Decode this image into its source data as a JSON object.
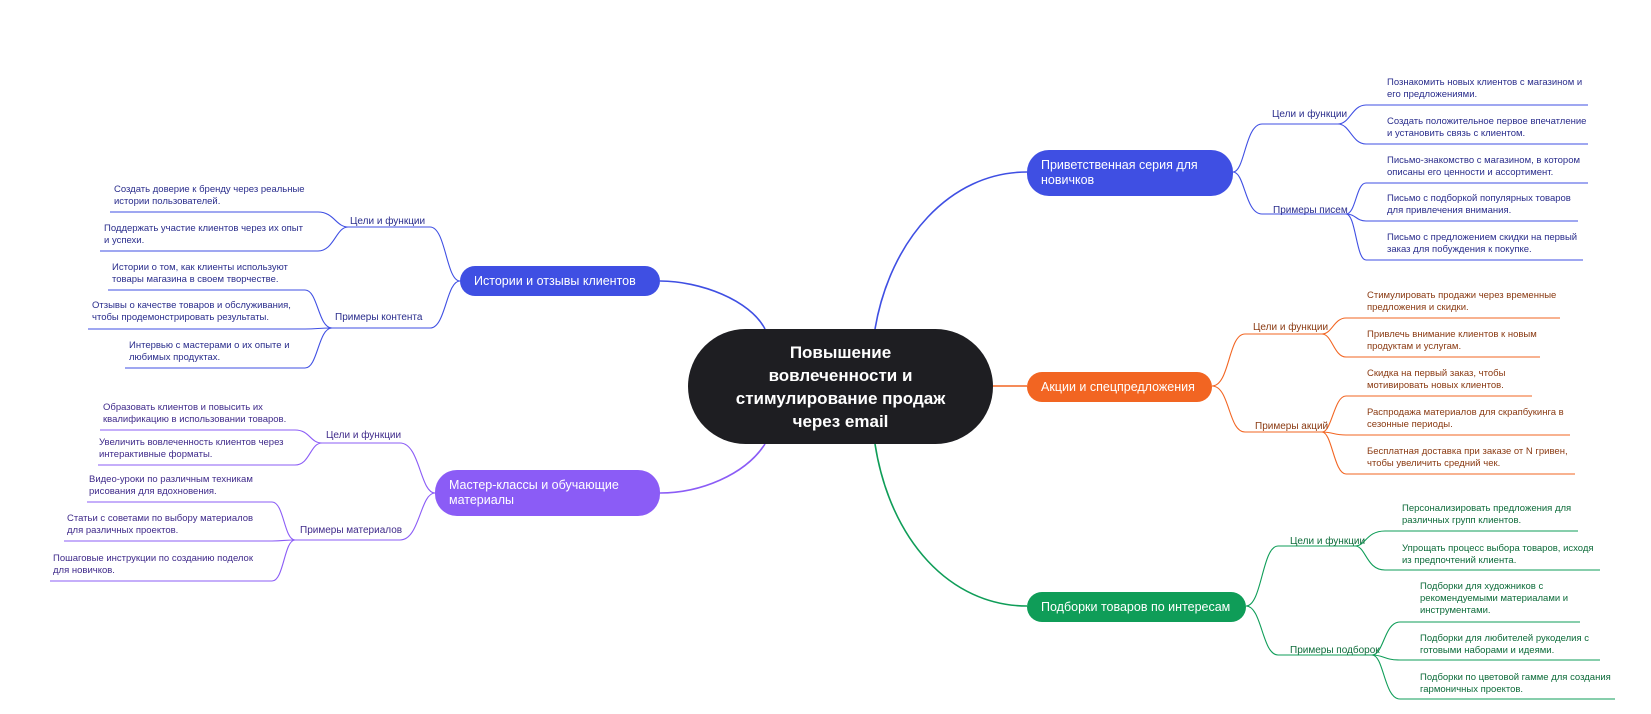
{
  "colors": {
    "central": "#1e1e22",
    "welcome": "#3f4fe3",
    "promo": "#f26522",
    "collections": "#0f9d58",
    "stories": "#3f4fe3",
    "masterclass": "#8b5cf6"
  },
  "central": {
    "title": "Повышение вовлеченности и стимулирование продаж через email"
  },
  "branches": {
    "welcome": {
      "title": "Приветственная серия для новичков",
      "groups": [
        {
          "label": "Цели и функции",
          "items": [
            "Познакомить новых клиентов с магазином и\nего предложениями.",
            "Создать положительное первое впечатление\nи установить связь с клиентом."
          ]
        },
        {
          "label": "Примеры писем",
          "items": [
            "Письмо-знакомство с магазином, в котором\nописаны его ценности и ассортимент.",
            "Письмо с подборкой популярных товаров\nдля привлечения внимания.",
            "Письмо с предложением скидки на первый\nзаказ для побуждения к покупке."
          ]
        }
      ]
    },
    "promo": {
      "title": "Акции и спецпредложения",
      "groups": [
        {
          "label": "Цели и функции",
          "items": [
            "Стимулировать продажи через временные\nпредложения и скидки.",
            "Привлечь внимание клиентов к новым\nпродуктам и услугам."
          ]
        },
        {
          "label": "Примеры акций",
          "items": [
            "Скидка на первый заказ, чтобы\nмотивировать новых клиентов.",
            "Распродажа материалов для скрапбукинга в\nсезонные периоды.",
            "Бесплатная доставка при заказе от N гривен,\nчтобы увеличить средний чек."
          ]
        }
      ]
    },
    "collections": {
      "title": "Подборки товаров по интересам",
      "groups": [
        {
          "label": "Цели и функции",
          "items": [
            "Персонализировать предложения для\nразличных групп клиентов.",
            "Упрощать процесс выбора товаров, исходя\nиз предпочтений клиента."
          ]
        },
        {
          "label": "Примеры подборок",
          "items": [
            "Подборки для художников с\nрекомендуемыми материалами и\nинструментами.",
            "Подборки для любителей рукоделия с\nготовыми наборами и идеями.",
            "Подборки по цветовой гамме для создания\nгармоничных проектов."
          ]
        }
      ]
    },
    "stories": {
      "title": "Истории и отзывы клиентов",
      "groups": [
        {
          "label": "Цели и функции",
          "items": [
            "Создать доверие к бренду через реальные\nистории пользователей.",
            "Поддержать участие клиентов через их опыт\nи успехи."
          ]
        },
        {
          "label": "Примеры контента",
          "items": [
            "Истории о том, как клиенты используют\nтовары магазина в своем творчестве.",
            "Отзывы о качестве товаров и обслуживания,\nчтобы продемонстрировать результаты.",
            "Интервью с мастерами о их опыте и\nлюбимых продуктах."
          ]
        }
      ]
    },
    "masterclass": {
      "title": "Мастер-классы и обучающие материалы",
      "groups": [
        {
          "label": "Цели и функции",
          "items": [
            "Образовать клиентов и повысить их\nквалификацию в использовании товаров.",
            "Увеличить вовлеченность клиентов через\nинтерактивные форматы."
          ]
        },
        {
          "label": "Примеры материалов",
          "items": [
            "Видео-уроки по различным техникам\nрисования для вдохновения.",
            "Статьи с советами по выбору материалов\nдля различных проектов.",
            "Пошаговые инструкции по созданию поделок\nдля новичков."
          ]
        }
      ]
    }
  }
}
